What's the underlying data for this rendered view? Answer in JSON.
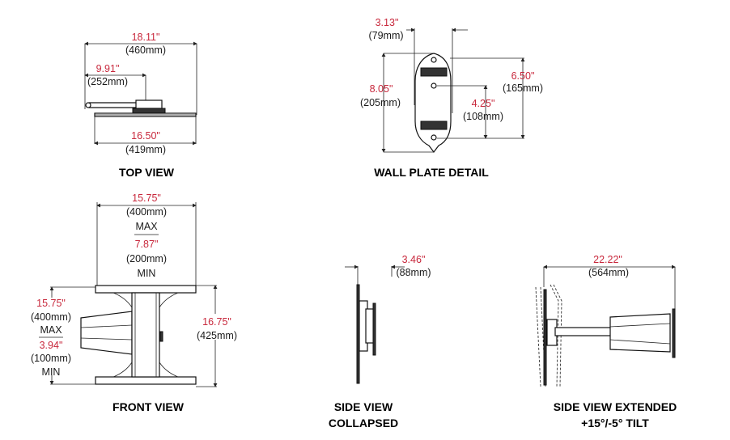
{
  "colors": {
    "dimension_inches": "#c8283c",
    "dimension_mm": "#1a1a1a"
  },
  "top_view": {
    "title": "TOP VIEW",
    "overall_depth": {
      "in": "18.11\"",
      "mm": "(460mm)"
    },
    "arm_depth": {
      "in": "9.91\"",
      "mm": "(252mm)"
    },
    "width": {
      "in": "16.50\"",
      "mm": "(419mm)"
    }
  },
  "wall_plate": {
    "title": "WALL PLATE DETAIL",
    "width": {
      "in": "3.13\"",
      "mm": "(79mm)"
    },
    "height": {
      "in": "8.05\"",
      "mm": "(205mm)"
    },
    "hole_spacing": {
      "in": "6.50\"",
      "mm": "(165mm)"
    },
    "center_hole": {
      "in": "4.25\"",
      "mm": "(108mm)"
    }
  },
  "front_view": {
    "title": "FRONT VIEW",
    "horizontal_max": {
      "in": "15.75\"",
      "mm": "(400mm)",
      "label": "MAX"
    },
    "horizontal_min": {
      "in": "7.87\"",
      "mm": "(200mm)",
      "label": "MIN"
    },
    "vertical_max": {
      "in": "15.75\"",
      "mm": "(400mm)",
      "label": "MAX"
    },
    "vertical_min": {
      "in": "3.94\"",
      "mm": "(100mm)",
      "label": "MIN"
    },
    "height": {
      "in": "16.75\"",
      "mm": "(425mm)"
    }
  },
  "side_collapsed": {
    "title_line1": "SIDE VIEW",
    "title_line2": "COLLAPSED",
    "depth": {
      "in": "3.46\"",
      "mm": "(88mm)"
    }
  },
  "side_extended": {
    "title_line1": "SIDE VIEW EXTENDED",
    "title_line2": "+15°/-5° TILT",
    "depth": {
      "in": "22.22\"",
      "mm": "(564mm)"
    }
  }
}
